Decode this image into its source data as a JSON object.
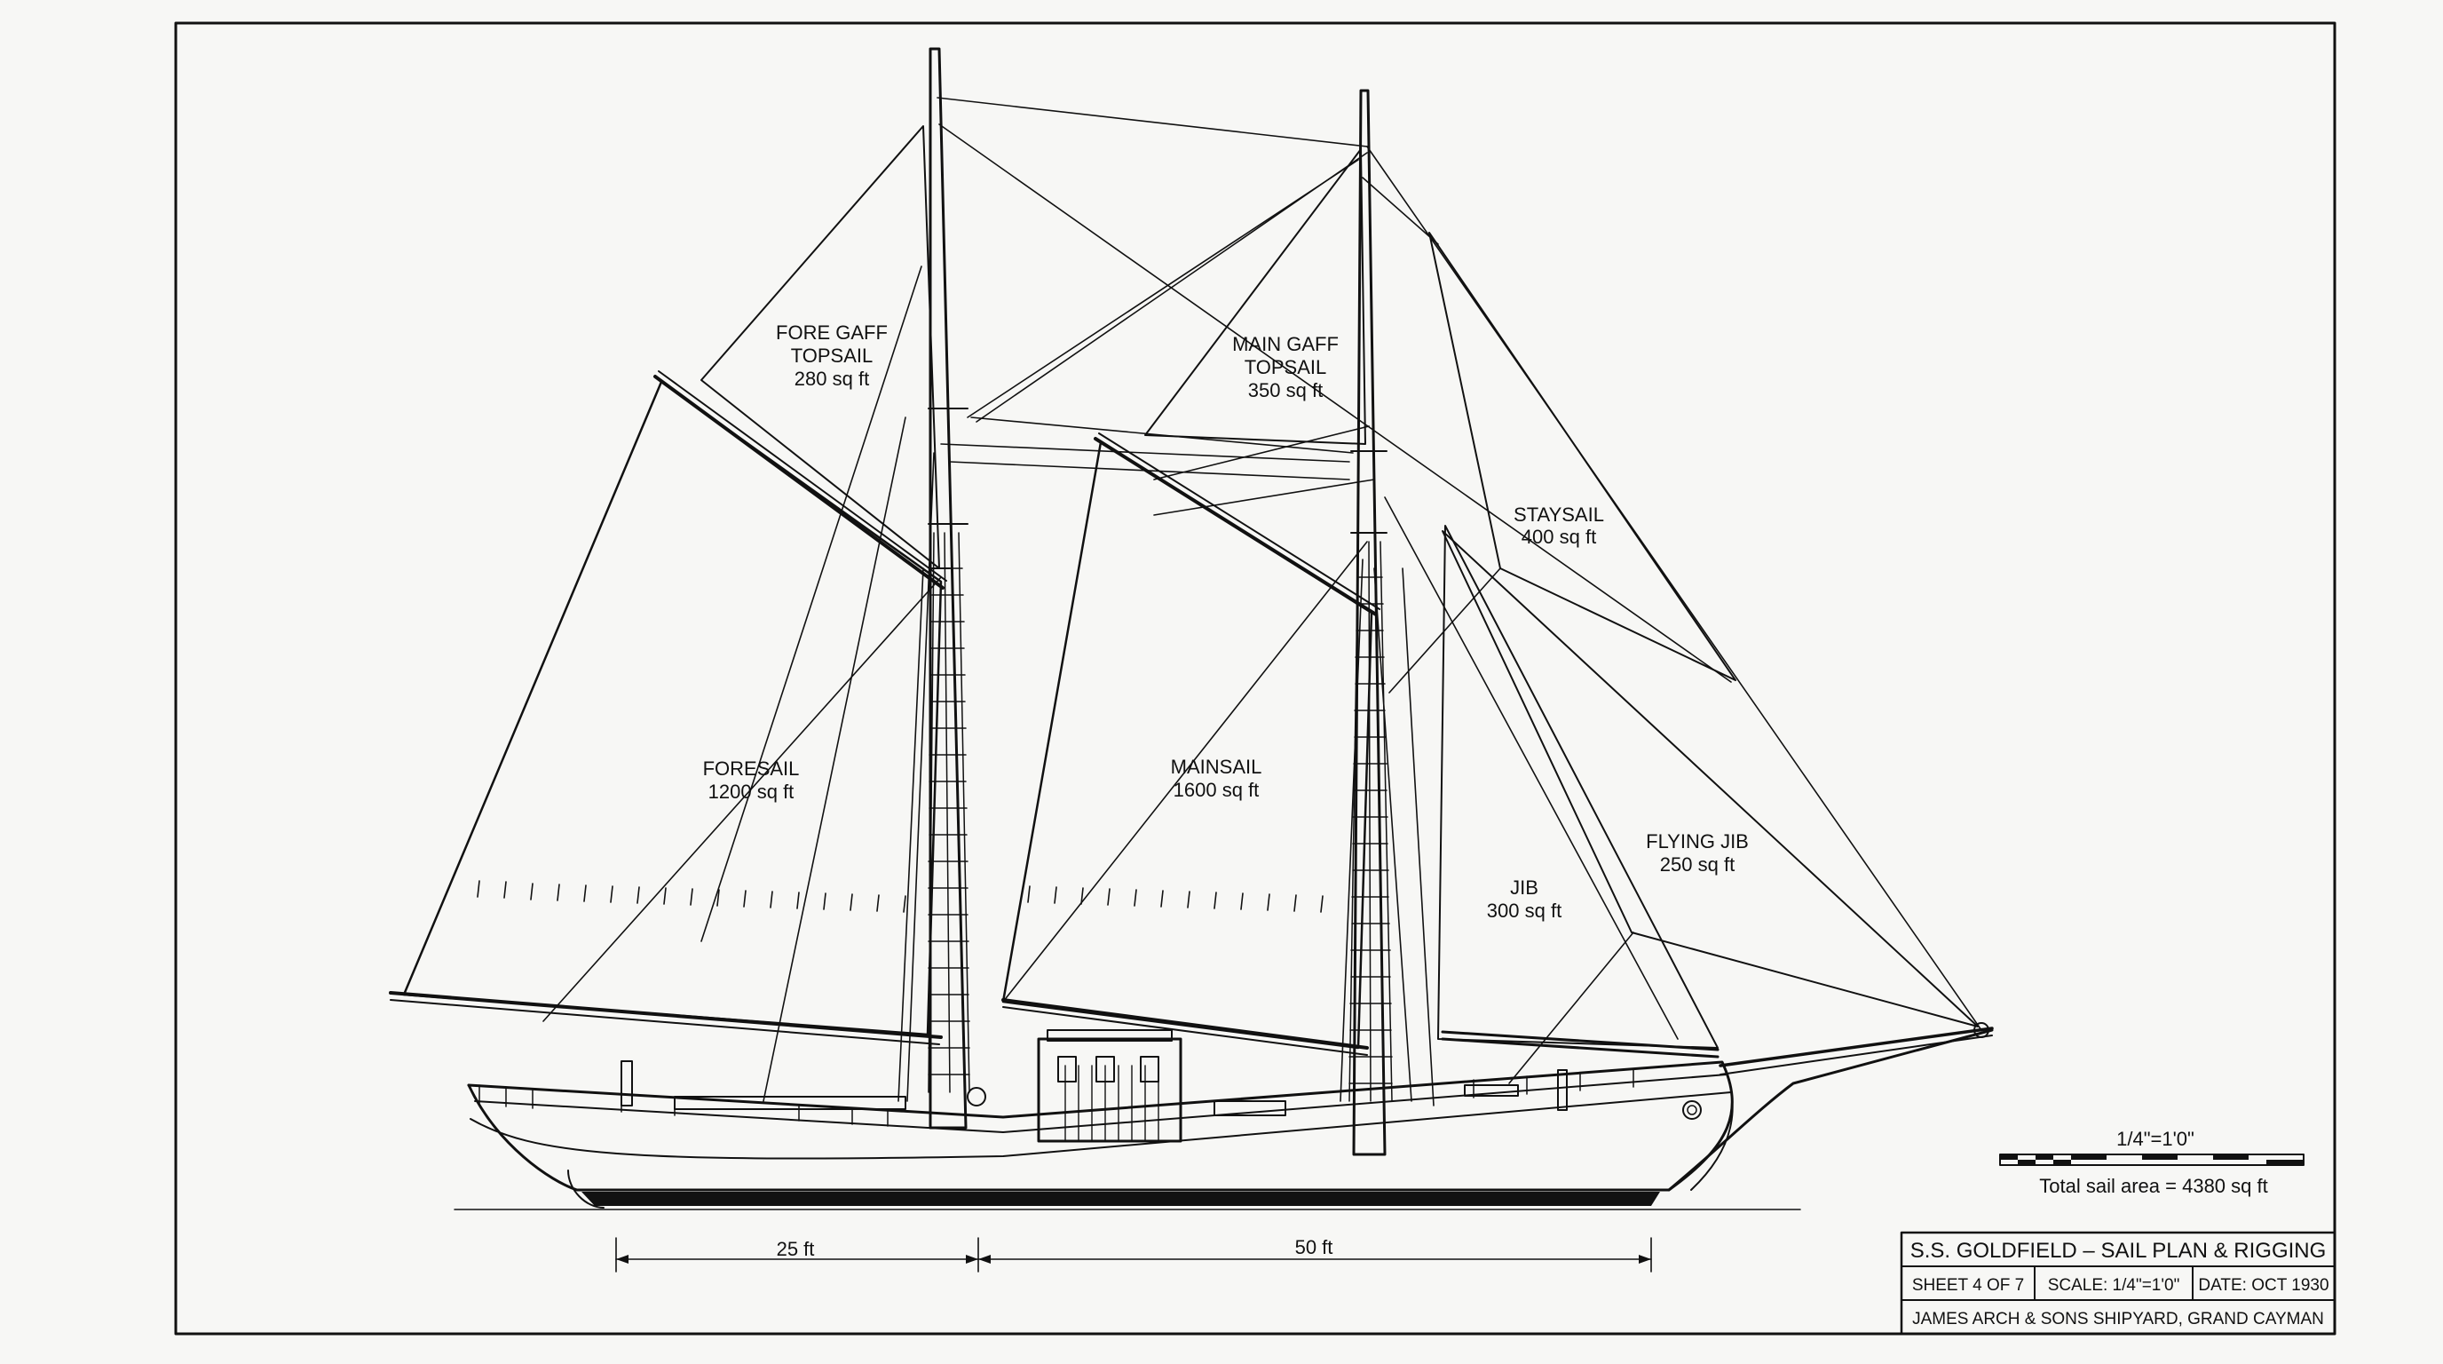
{
  "sails": [
    {
      "id": "fore-gaff-topsail",
      "name": "FORE GAFF",
      "name2": "TOPSAIL",
      "area": "280 sq ft"
    },
    {
      "id": "main-gaff-topsail",
      "name": "MAIN GAFF",
      "name2": "TOPSAIL",
      "area": "350 sq ft"
    },
    {
      "id": "staysail",
      "name": "STAYSAIL",
      "area": "400 sq ft"
    },
    {
      "id": "foresail",
      "name": "FORESAIL",
      "area": "1200 sq ft"
    },
    {
      "id": "mainsail",
      "name": "MAINSAIL",
      "area": "1600 sq ft"
    },
    {
      "id": "flying-jib",
      "name": "FLYING JIB",
      "area": "250 sq ft"
    },
    {
      "id": "jib",
      "name": "JIB",
      "area": "300 sq ft"
    }
  ],
  "scale_bar": {
    "label": "1/4\"=1'0\"",
    "total": "Total sail area = 4380 sq ft"
  },
  "dimensions": {
    "left": "25 ft",
    "right": "50 ft"
  },
  "title_block": {
    "title": "S.S. GOLDFIELD – SAIL PLAN & RIGGING",
    "sheet": "SHEET 4 OF 7",
    "scale": "SCALE: 1/4\"=1'0\"",
    "date": "DATE: OCT 1930",
    "shipyard": "JAMES ARCH & SONS SHIPYARD, GRAND CAYMAN"
  },
  "colors": {
    "ink": "#111111",
    "paper": "#f7f7f5"
  }
}
